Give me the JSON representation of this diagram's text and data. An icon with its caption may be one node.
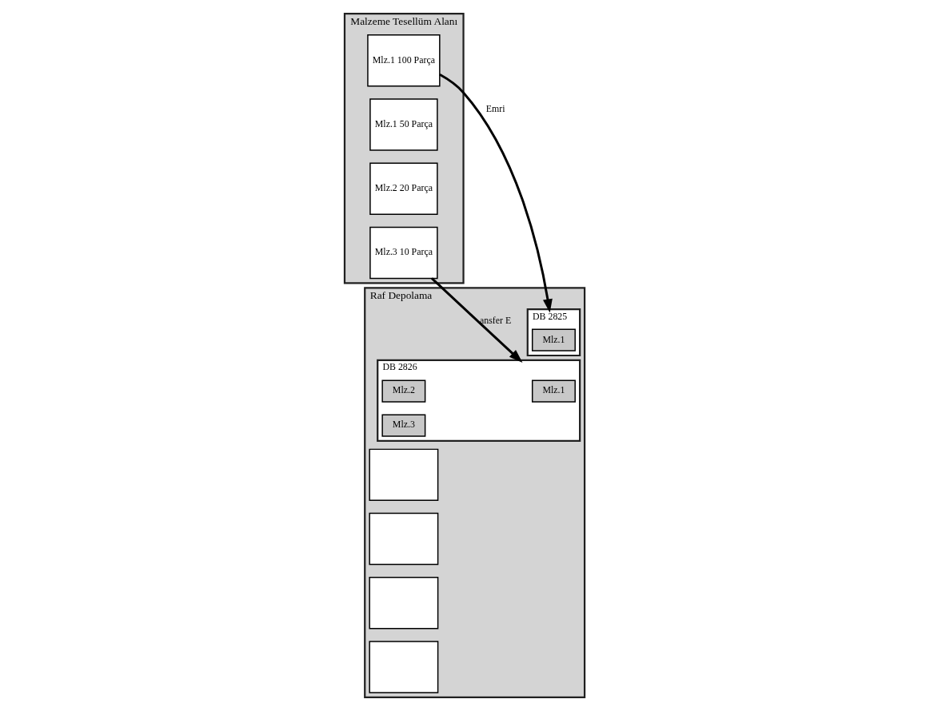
{
  "diagram": {
    "nodes": [
      {
        "text": [
          "Malzeme Tesellüm Alanı"
        ]
      },
      {
        "text": [
          "Mlz.1 100 Parça"
        ],
        "in": 0
      },
      {
        "text": [
          "Mlz.1 50 Parça"
        ],
        "in": 0
      },
      {
        "text": [
          "Mlz.2 20 Parça"
        ],
        "in": 0
      },
      {
        "text": [
          "Mlz.3 10 Parça"
        ],
        "in": 0
      },
      {
        "text": [
          "Raf Depolama"
        ]
      },
      {
        "text": [
          "DB 2825"
        ],
        "in": 5
      },
      {
        "text": [
          "Mlz.1"
        ],
        "in": 6
      },
      {
        "text": [],
        "shape": "box",
        "in": 5
      },
      {
        "text": [],
        "shape": "box",
        "in": 5
      },
      {
        "text": [],
        "shape": "box",
        "in": 5
      },
      {
        "text": [],
        "shape": "box",
        "in": 5
      },
      {
        "text": [
          "DB 2826"
        ],
        "in": 5
      },
      {
        "text": [
          "Mlz.1"
        ],
        "in": 12
      },
      {
        "text": [
          "Mlz.2"
        ],
        "in": 12
      },
      {
        "text": [
          "Mlz.3"
        ],
        "in": 12
      }
    ],
    "edges": [
      {
        "from": 1,
        "to": 6,
        "arrow": "to",
        "label": "Emri"
      },
      {
        "from": 4,
        "to": 12,
        "arrow": "to",
        "label": "ansfer E"
      }
    ]
  }
}
